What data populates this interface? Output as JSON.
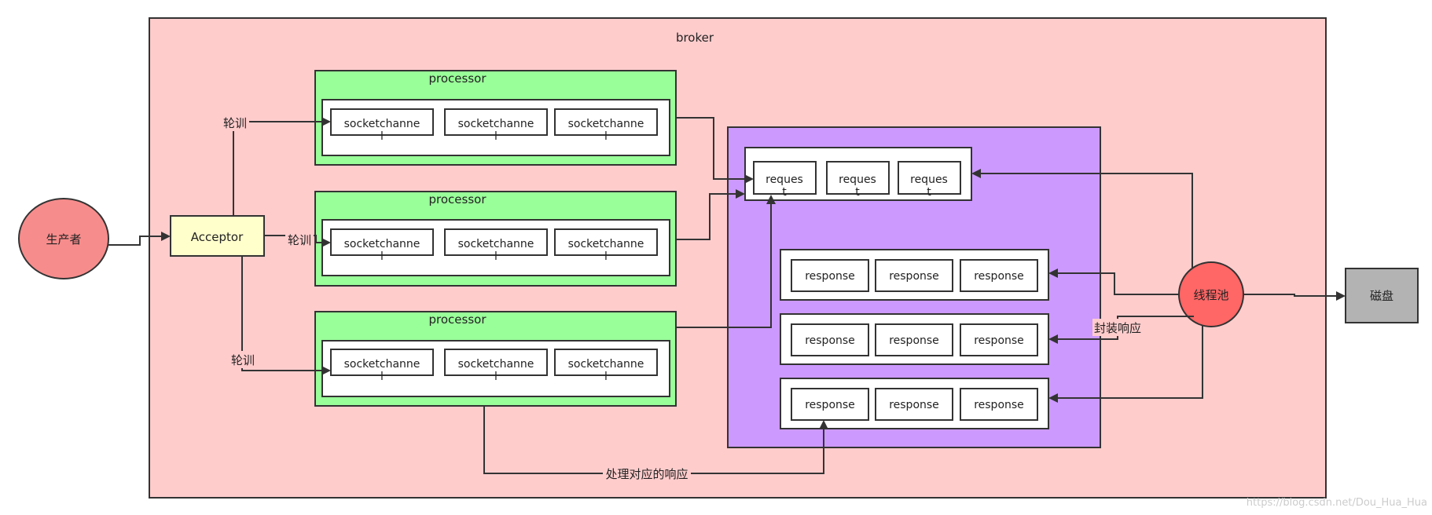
{
  "broker": {
    "label": "broker",
    "fill": "#ffcccc"
  },
  "producer": {
    "label": "生产者",
    "fill": "#f78c8c"
  },
  "acceptor": {
    "label": "Acceptor",
    "fill": "#ffffcc"
  },
  "processors": [
    {
      "label": "processor",
      "channels": [
        "socketchanne\nl",
        "socketchanne\nl",
        "socketchanne\nl"
      ]
    },
    {
      "label": "processor",
      "channels": [
        "socketchanne\nl",
        "socketchanne\nl",
        "socketchanne\nl"
      ]
    },
    {
      "label": "processor",
      "channels": [
        "socketchanne\nl",
        "socketchanne\nl",
        "socketchanne\nl"
      ]
    }
  ],
  "processor_fill": "#99ff99",
  "request_pool_fill": "#cc99ff",
  "requests": [
    "reques\nt",
    "reques\nt",
    "reques\nt"
  ],
  "responses": [
    [
      "response",
      "response",
      "response"
    ],
    [
      "response",
      "response",
      "response"
    ],
    [
      "response",
      "response",
      "response"
    ]
  ],
  "thread_pool": {
    "label": "线程池",
    "fill": "#ff6666"
  },
  "disk": {
    "label": "磁盘",
    "fill": "#b3b3b3"
  },
  "edge_labels": {
    "round_robin_top": "轮训",
    "round_robin_mid": "轮训",
    "round_robin_bottom": "轮训",
    "wrap_response": "封装响应",
    "handle_response": "处理对应的响应"
  },
  "watermark": "https://blog.csdn.net/Dou_Hua_Hua"
}
